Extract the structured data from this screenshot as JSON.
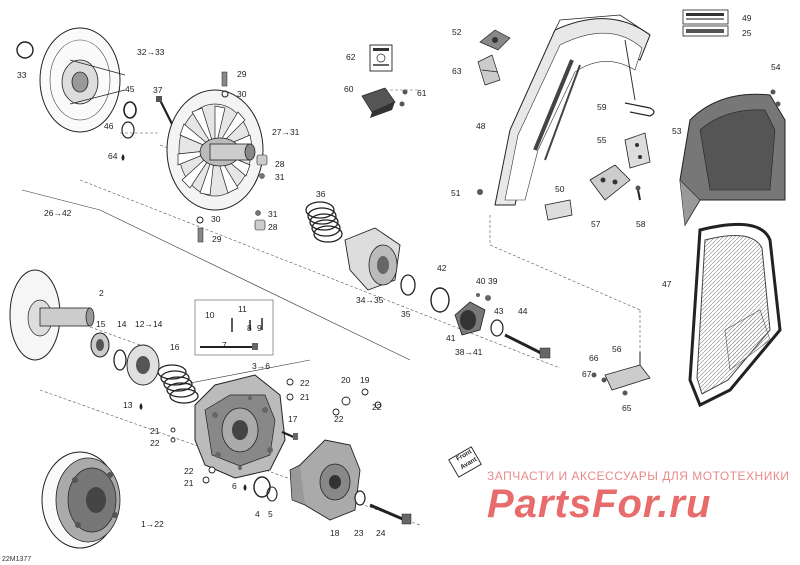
{
  "diagram_code": "22M1377",
  "watermark": {
    "line1": "ЗАПЧАСТИ И АКСЕССУАРЫ ДЛЯ МОТОТЕХНИКИ",
    "line2": "PartsFor.ru"
  },
  "front_tag": {
    "line1": "Front",
    "line2": "Avant"
  },
  "labels": {
    "p33": "33",
    "p32_33": "32→33",
    "p45": "45",
    "p46": "46",
    "p37": "37",
    "p64": "64",
    "p29a": "29",
    "p30a": "30",
    "p27_31": "27→31",
    "p28a": "28",
    "p31a": "31",
    "p26_42": "26→42",
    "p36": "36",
    "p30b": "30",
    "p31b": "31",
    "p28b": "28",
    "p29b": "29",
    "p34_35": "34→35",
    "p35": "35",
    "p42": "42",
    "p40": "40",
    "p39": "39",
    "p43": "43",
    "p44": "44",
    "p41": "41",
    "p38_41": "38→41",
    "p2": "2",
    "p15": "15",
    "p14": "14",
    "p12_14": "12→14",
    "p10": "10",
    "p11": "11",
    "p9": "9",
    "p8": "8",
    "p7": "7",
    "p16": "16",
    "p3_6": "3→6",
    "p13": "13",
    "p22a": "22",
    "p21a": "21",
    "p20": "20",
    "p19": "19",
    "p22b": "22",
    "p17": "17",
    "p21b": "21",
    "p22c": "22",
    "p22d": "22",
    "p21c": "21",
    "p6": "6",
    "p4": "4",
    "p5": "5",
    "p1_22": "1→22",
    "p18": "18",
    "p23": "23",
    "p24": "24",
    "p52": "52",
    "p49": "49",
    "p25": "25",
    "p62": "62",
    "p63": "63",
    "p60": "60",
    "p61": "61",
    "p48": "48",
    "p59": "59",
    "p55": "55",
    "p51": "51",
    "p50": "50",
    "p57": "57",
    "p58": "58",
    "p54": "54",
    "p53": "53",
    "p47": "47",
    "p56": "56",
    "p66": "66",
    "p67": "67",
    "p65": "65"
  }
}
